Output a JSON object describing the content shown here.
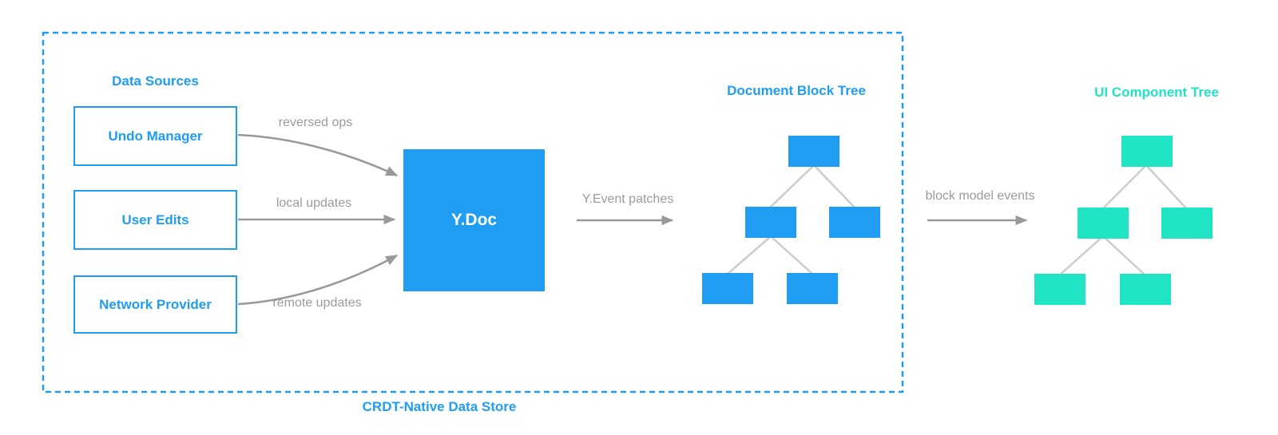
{
  "store_boundary_label": "CRDT-Native Data Store",
  "data_sources": {
    "title": "Data Sources",
    "items": [
      {
        "label": "Undo Manager"
      },
      {
        "label": "User Edits"
      },
      {
        "label": "Network Provider"
      }
    ]
  },
  "ydoc_label": "Y.Doc",
  "edge_labels": {
    "reversed_ops": "reversed ops",
    "local_updates": "local updates",
    "remote_updates": "remote updates",
    "yevent_patches": "Y.Event patches",
    "block_model_events": "block model events"
  },
  "document_tree": {
    "title": "Document Block Tree",
    "node_count": 5
  },
  "ui_tree": {
    "title": "UI Component Tree",
    "node_count": 5
  },
  "colors": {
    "blue": "#1e9df2",
    "teal": "#1fe5c4",
    "arrow-gray": "#999999",
    "connector-gray": "#cccccc",
    "label-gray": "#9b9b9b"
  }
}
